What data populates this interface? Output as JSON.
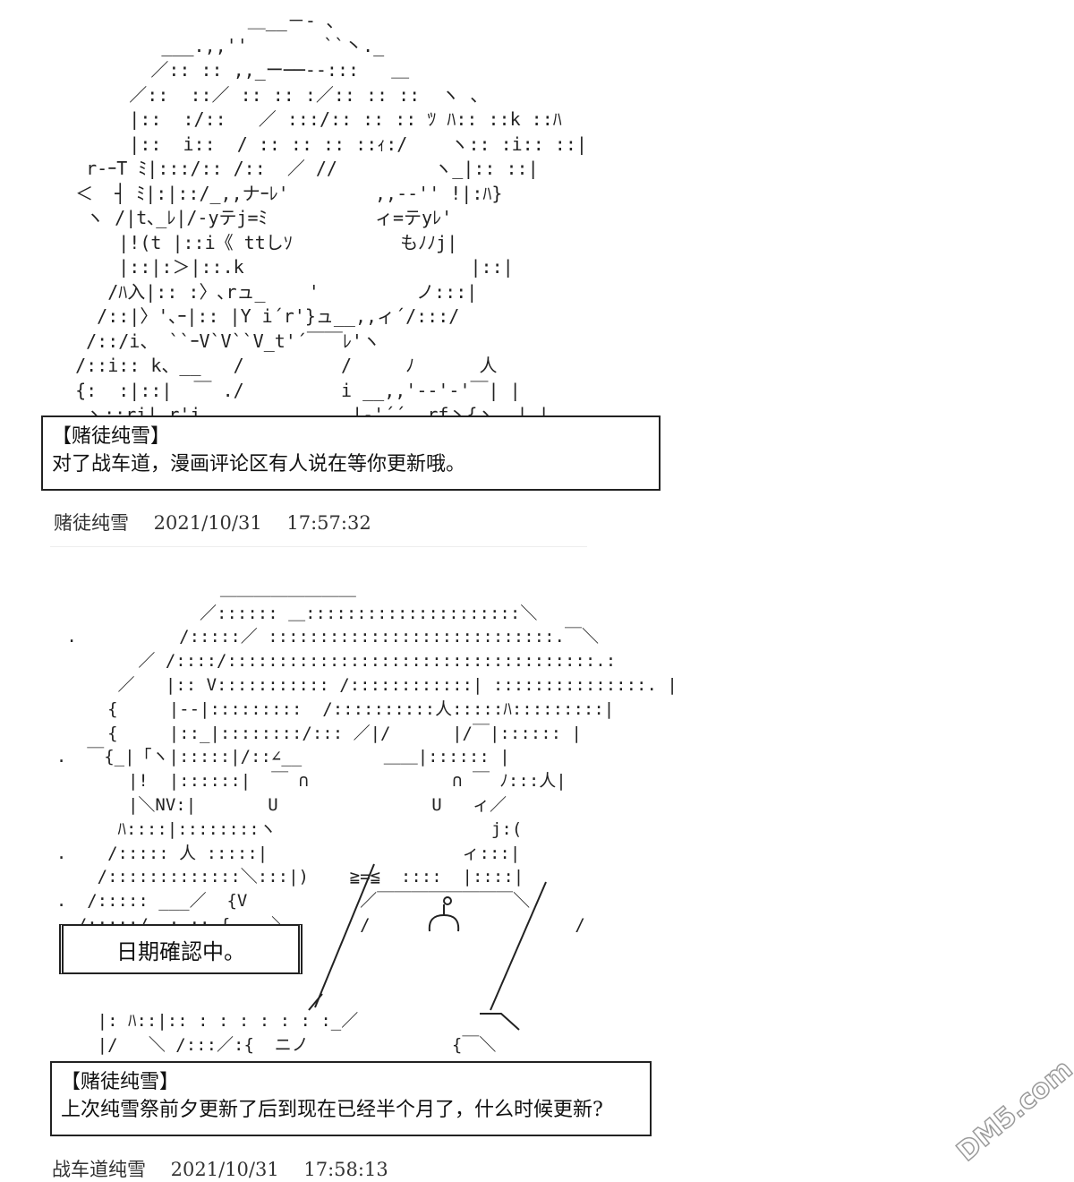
{
  "art_top": [
    "                  ＿__－- ､",
    "          ___.,,''       ``丶._",
    "         ／:: :: ,,_ー──‐-:::   ＿",
    "       ／::  ::／ :: :: :／:: :: ::  ヽ 、",
    "       |::  :/::   ／ :::/:: :: :: ﾂ ﾊ:: ::k ::ﾊ",
    "       |::  i::  / :: :: :: ::ｨ:/    ヽ:: :i:: ::|",
    "   r‐ｰT ﾐ|:::/:: /::  ／ //         ヽ_|:: ::|",
    "  ＜  ┤ ﾐ|:|::/_,,ナｰﾚ'        ,,-‐'' !|:ﾊ}",
    "   ヽ /|t､_ﾚ|/‐yテj=ﾐ          ィ=テyﾚ'",
    "      |!(t |::i《 ttしｿ          もﾉﾉj|",
    "      |::|:＞|::.k                     |::|",
    "     /ﾊ入|:: :〉､rュ_    '         ノ:::|",
    "    /::|〉'､ｰ|:: |Y i´r'}ュ__,,ィ´/:::/",
    "   /::/i、 ``ｰV`V``V_t'´￣￣ﾚ'ヽ",
    "  /::i:: k、__   /         /     ﾉ      人",
    "  {:  :|::|  ￣ ./         i __,,'-‐'‐'￣| |",
    "   ヽ::ri| r'i             .|‐'´´  rf丶{ヽ  | |"
  ],
  "art_bottom": [
    "",
    "                  ＿＿＿＿＿＿＿＿",
    "                ／:::::: ＿:::::::::::::::::::::＼",
    "   .          /:::::／ ::::::::::::::::::::::::::::.￣＼",
    "          ／ /::::/::::::::::::::::::::::::::::::::::::.:",
    "        ／   |:: V::::::::::: /::::::::::::| :::::::::::::::. |",
    "       {     |‐‐|:::::::::  /::::::::::人:::::ﾊ:::::::::|",
    "       {     |::_|::::::::/::: ／|/      |/￣|:::::: |",
    "  .  ￣{_|「ヽ|:::::|/::∠__        ＿＿|:::::: |",
    "         |!  |::::::|  ￣ ∩              ∩ ￣ ﾉ:::人|",
    "         |＼NV:|       U               U   ィ／",
    "        ﾊ::::|::::::::ヽ                     j:(",
    "  .    /::::: 人 :::::|                   ィ:::|",
    "      /:::::::::::::＼:::|)    ≧=≦  ::::  |::::|",
    "  .  /::::: ___／  {V           ／￣￣￣￣￣￣￣￣＼",
    "    /:::::/  : :: {    ＼       /                    /",
    "",
    "",
    "",
    "      |: ﾊ::|:: : : : : : : :_／",
    "      |/   ＼ /:::／:{  ニノ              {￣＼"
  ],
  "dialog_top": {
    "speaker": "【赌徒纯雪】",
    "text": "对了战车道，漫画评论区有人说在等你更新哦。"
  },
  "meta_top": "赌徒纯雪　 2021/10/31　 17:57:32",
  "sign_text": "日期確認中。",
  "dialog_bottom": {
    "speaker": "【赌徒纯雪】",
    "text": "上次纯雪祭前夕更新了后到现在已经半个月了，什么时候更新?"
  },
  "meta_bottom": "战车道纯雪　 2021/10/31　 17:58:13",
  "watermark": "DM5.com",
  "colors": {
    "text": "#111111",
    "border": "#222222",
    "background": "#ffffff",
    "watermark": "#9a9a9a"
  }
}
